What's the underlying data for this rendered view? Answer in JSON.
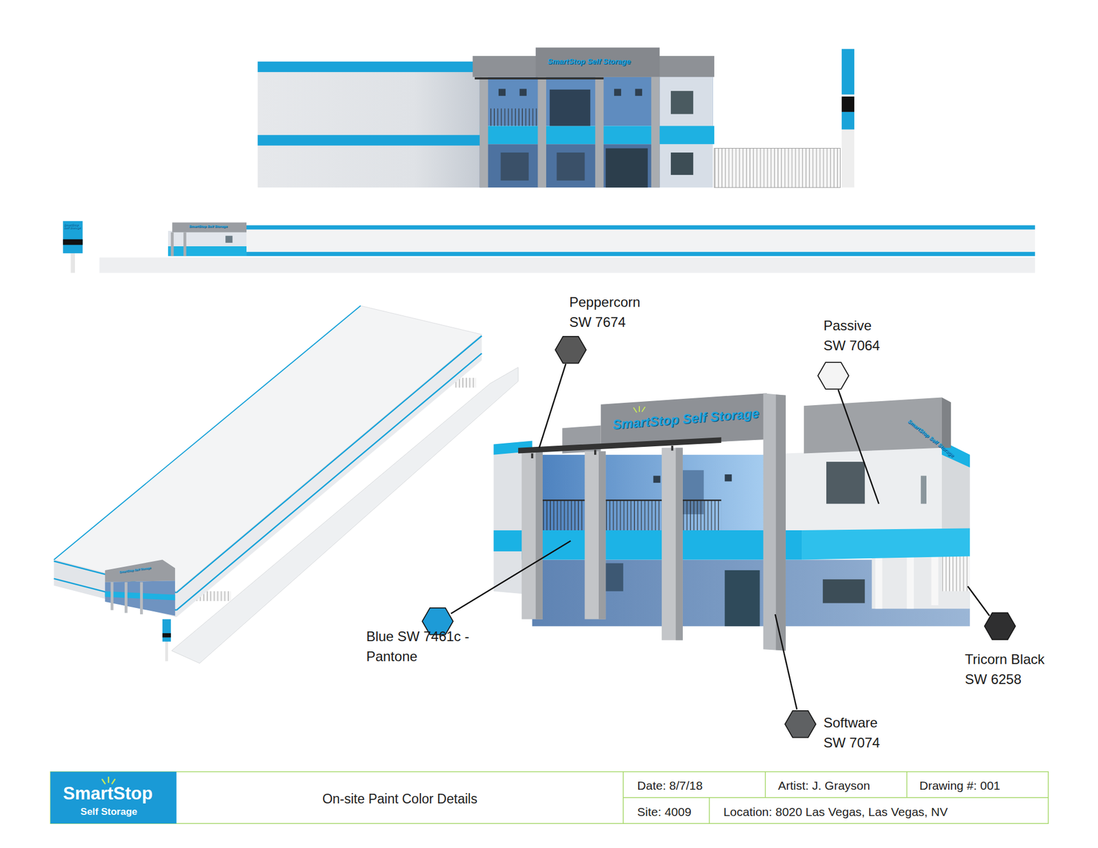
{
  "diagram": {
    "title": "On-site Paint Color Details",
    "labels": [
      "SmartStop Self Storage",
      "SmartStop Self Storage",
      "SmartStop Self Storage",
      "SmartStop Self Storage",
      "SmartStop Self Storage",
      "SmartStop Self Storage",
      "SmartStop",
      "Self Storage",
      "Date: 8/7/18",
      "Artist: J. Grayson",
      "Drawing #: 001",
      "Site: 4009",
      "Location: 8020 Las Vegas, Las Vegas, NV"
    ],
    "legend": [
      {
        "text": "Peppercorn SW 7674",
        "color": "#585858"
      },
      {
        "text": "Passive SW 7064",
        "color": "#f4f4f4"
      },
      {
        "text": "Blue SW 7461c - Pantone",
        "color": "#1e9bd7"
      },
      {
        "text": "Tricorn Black SW 6258",
        "color": "#2f2f30"
      },
      {
        "text": "Software SW 7074",
        "color": "#5f6163"
      }
    ]
  }
}
